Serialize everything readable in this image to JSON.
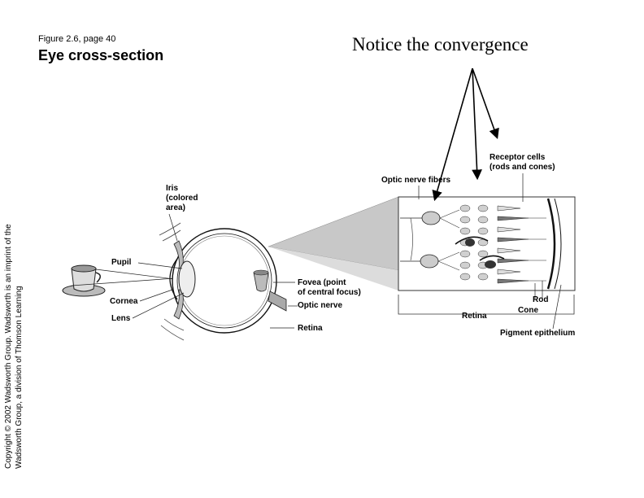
{
  "header": {
    "figure_ref": "Figure 2.6, page 40",
    "title": "Eye cross-section",
    "notice": "Notice the convergence"
  },
  "copyright": {
    "line1": "Copyright © 2002 Wadsworth Group. Wadsworth is an imprint of the",
    "line2": "Wadsworth Group, a division of Thomson Learning"
  },
  "labels": {
    "iris_line1": "Iris",
    "iris_line2": "(colored",
    "iris_line3": "area)",
    "pupil": "Pupil",
    "cornea": "Cornea",
    "lens": "Lens",
    "fovea_line1": "Fovea (point",
    "fovea_line2": "of central focus)",
    "optic_nerve": "Optic nerve",
    "retina_eye": "Retina",
    "optic_nerve_fibers": "Optic nerve fibers",
    "receptor_line1": "Receptor cells",
    "receptor_line2": "(rods and cones)",
    "rod": "Rod",
    "cone": "Cone",
    "retina_detail": "Retina",
    "pigment_epithelium": "Pigment epithelium"
  },
  "colors": {
    "ink": "#000000",
    "cone_fill": "#d8d8d8",
    "rod_fill": "#7a7a7a",
    "light_cone": "#c8c8c8"
  }
}
